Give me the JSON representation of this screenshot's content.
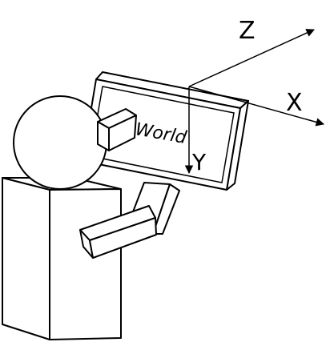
{
  "diagram": {
    "axes": {
      "x_label": "X",
      "y_label": "Y",
      "z_label": "Z"
    },
    "screen_label": "World"
  }
}
